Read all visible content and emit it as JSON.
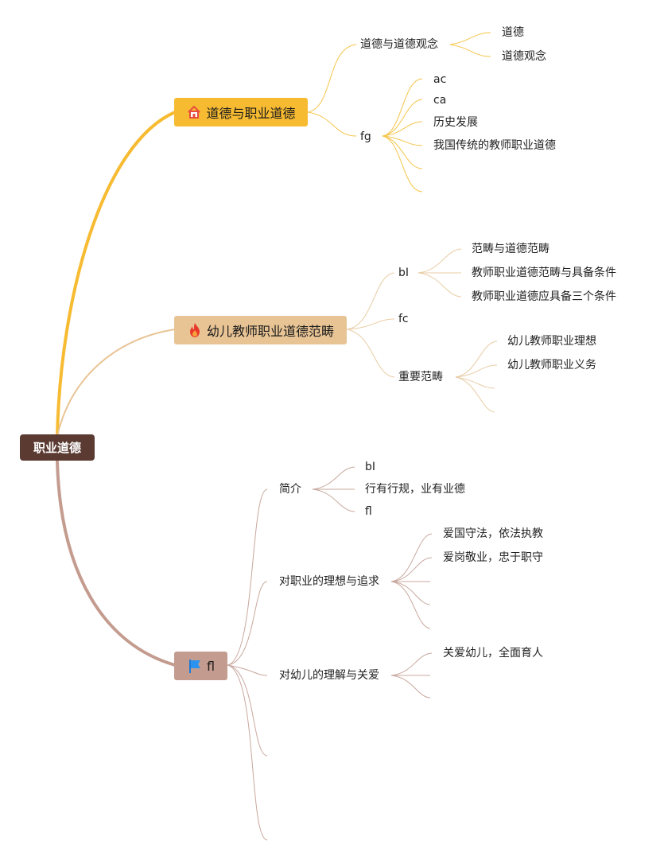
{
  "root": {
    "label": "职业道德"
  },
  "branches": [
    {
      "label": "道德与职业道德",
      "icon": "house-icon",
      "color": "#f7bb32",
      "children": [
        {
          "label": "道德与道德观念",
          "children": [
            "道德",
            "道德观念"
          ]
        },
        {
          "label": "fg",
          "children": [
            "ac",
            "ca",
            "历史发展",
            "我国传统的教师职业道德",
            "",
            ""
          ]
        }
      ]
    },
    {
      "label": "幼儿教师职业道德范畴",
      "icon": "fire-icon",
      "color": "#e8c495",
      "children": [
        {
          "label": "bI",
          "children": [
            "范畴与道德范畴",
            "教师职业道德范畴与具备条件",
            "教师职业道德应具备三个条件"
          ]
        },
        {
          "label": "fc",
          "children": []
        },
        {
          "label": "重要范畴",
          "children": [
            "幼儿教师职业理想",
            "幼儿教师职业义务",
            "",
            ""
          ]
        }
      ]
    },
    {
      "label": "fl",
      "icon": "flag-icon",
      "color": "#c49c8f",
      "children": [
        {
          "label": "简介",
          "children": [
            "bI",
            "行有行规，业有业德",
            "fl"
          ]
        },
        {
          "label": "对职业的理想与追求",
          "children": [
            "爱国守法，依法执教",
            "爱岗敬业，忠于职守",
            "",
            "",
            ""
          ]
        },
        {
          "label": "对幼儿的理解与关爱",
          "children": [
            "关爱幼儿，全面育人",
            "",
            ""
          ]
        },
        {
          "label": "",
          "children": []
        },
        {
          "label": "",
          "children": []
        }
      ]
    }
  ]
}
